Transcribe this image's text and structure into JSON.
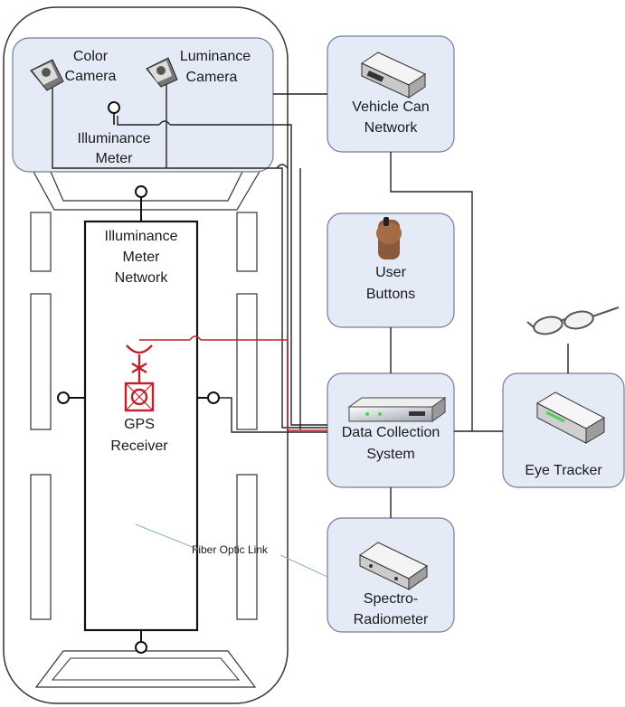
{
  "labels": {
    "color_camera": [
      "Color",
      "Camera"
    ],
    "luminance_camera": [
      "Luminance",
      "Camera"
    ],
    "illuminance_meter": [
      "Illuminance",
      "Meter"
    ],
    "vehicle_can": [
      "Vehicle Can",
      "Network"
    ],
    "meter_network": [
      "Illuminance",
      "Meter",
      "Network"
    ],
    "user_buttons": [
      "User",
      "Buttons"
    ],
    "gps_receiver": [
      "GPS",
      "Receiver"
    ],
    "data_collection": [
      "Data Collection",
      "System"
    ],
    "eye_tracker": "Eye Tracker",
    "spectro": [
      "Spectro-",
      "Radiometer"
    ],
    "fiber_optic": "Fiber Optic Link"
  },
  "icons": {
    "color_camera": "camera-icon",
    "luminance_camera": "camera-icon",
    "illuminance_meter": "sensor-icon",
    "vehicle_can": "network-device-icon",
    "user_buttons": "hand-button-icon",
    "gps_antenna": "antenna-icon",
    "gps_receiver": "gps-receiver-icon",
    "data_collection": "server-icon",
    "eye_tracker": "eye-tracker-device-icon",
    "glasses": "glasses-icon",
    "spectro": "spectroradiometer-icon",
    "meter_sensor": "sensor-icon"
  },
  "colors": {
    "box_fill": "#e4ebf6",
    "box_stroke": "#6f7f95",
    "line": "#222222",
    "gps_red": "#c0202a",
    "fiber_line": "#8fb0cc"
  }
}
